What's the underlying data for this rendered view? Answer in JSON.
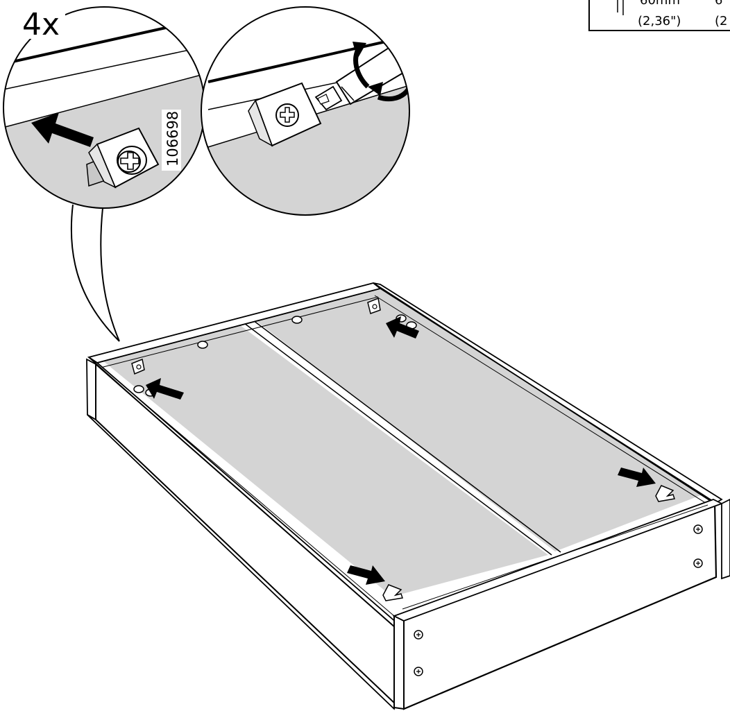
{
  "instruction": {
    "quantity": "4x",
    "part_number": "106698",
    "dimension_box": {
      "col1_top": "60mm",
      "col1_bottom": "(2,36\")",
      "col2_top": "6",
      "col2_bottom": "(2"
    }
  },
  "colors": {
    "ink": "#000000",
    "panel_grey": "#d4d4d4",
    "paper": "#ffffff"
  },
  "icons": {
    "push_arrow": "arrow-icon",
    "rotate": "rotate-arrow-icon",
    "screw_head": "cross-screw-icon"
  }
}
